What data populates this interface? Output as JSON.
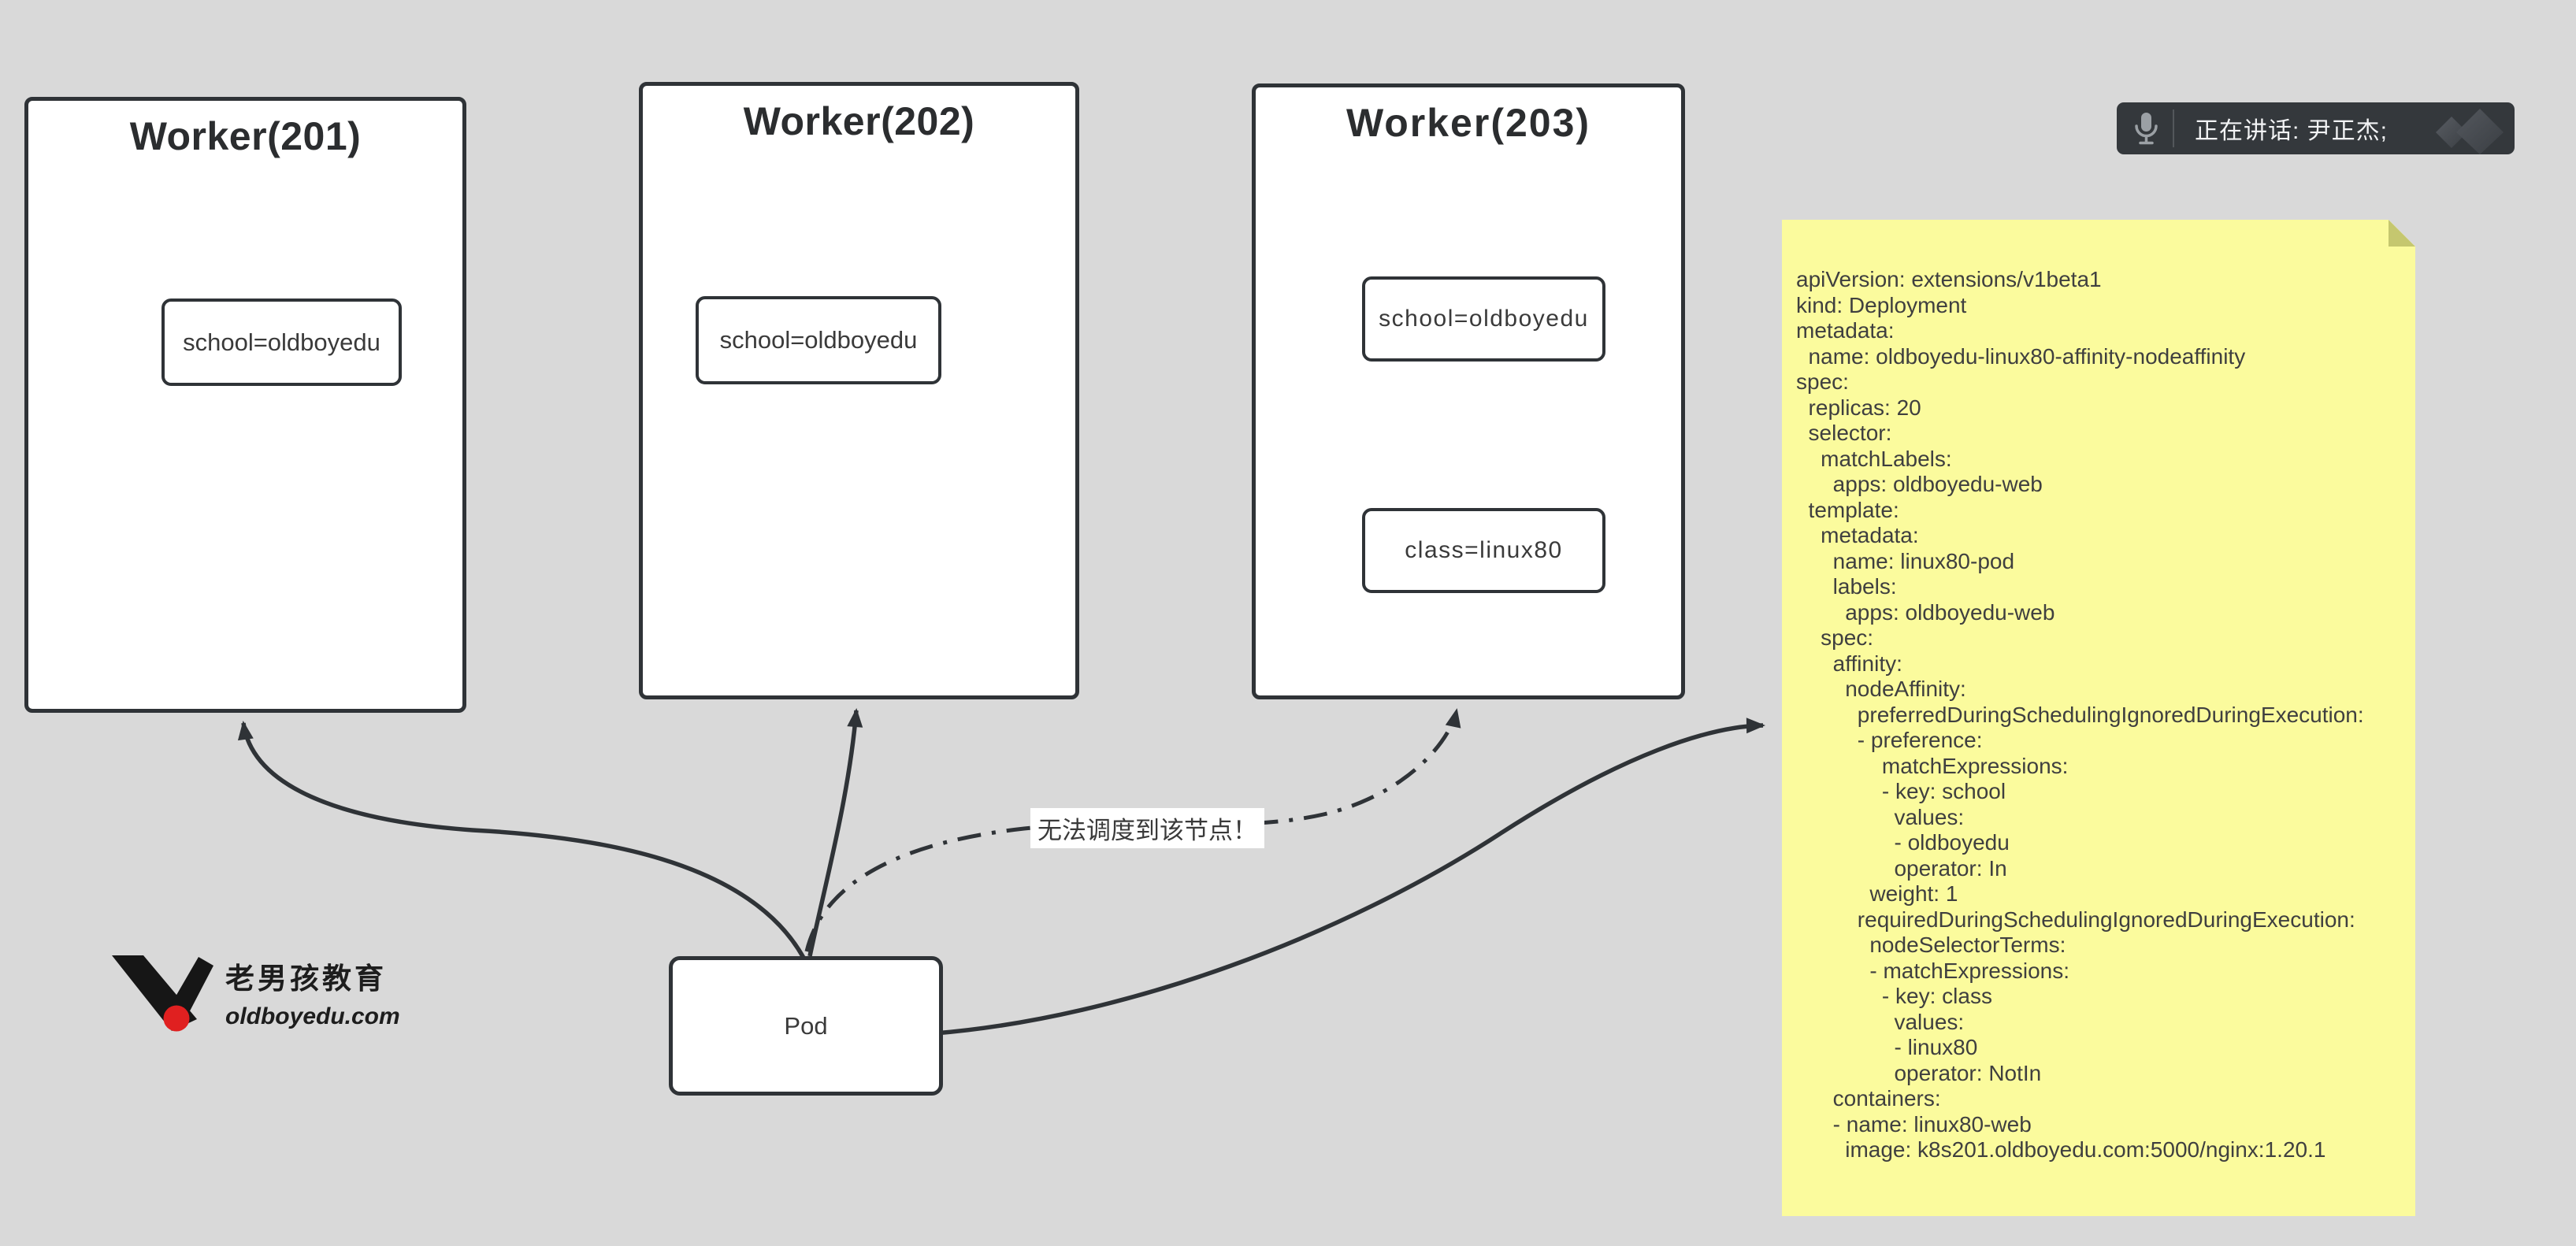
{
  "colors": {
    "background": "#d9d9d9",
    "stroke": "#2f3337",
    "note_yellow": "#fbfb9d",
    "note_fold": "#c5c76f",
    "overlay_bar": "#34383c",
    "brand_red": "#e02020"
  },
  "speaking_bar": {
    "label": "正在讲话: 尹正杰;"
  },
  "workers": [
    {
      "title": "Worker(201)",
      "labels": [
        "school=oldboyedu"
      ]
    },
    {
      "title": "Worker(202)",
      "labels": [
        "school=oldboyedu"
      ]
    },
    {
      "title": "Worker(203)",
      "labels": [
        "school=oldboyedu",
        "class=linux80"
      ]
    }
  ],
  "pod": {
    "label": "Pod"
  },
  "scheduling_note": {
    "label": "无法调度到该节点！"
  },
  "yaml_note": {
    "content": "apiVersion: extensions/v1beta1\nkind: Deployment\nmetadata:\n  name: oldboyedu-linux80-affinity-nodeaffinity\nspec:\n  replicas: 20\n  selector:\n    matchLabels:\n      apps: oldboyedu-web\n  template:\n    metadata:\n      name: linux80-pod\n      labels:\n        apps: oldboyedu-web\n    spec:\n      affinity:\n        nodeAffinity:\n          preferredDuringSchedulingIgnoredDuringExecution:\n          - preference:\n              matchExpressions:\n              - key: school\n                values:\n                - oldboyedu\n                operator: In\n            weight: 1\n          requiredDuringSchedulingIgnoredDuringExecution:\n            nodeSelectorTerms:\n            - matchExpressions:\n              - key: class\n                values:\n                - linux80\n                operator: NotIn\n      containers:\n      - name: linux80-web\n        image: k8s201.oldboyedu.com:5000/nginx:1.20.1"
  },
  "logo": {
    "title_cn": "老男孩教育",
    "domain": "oldboyedu.com"
  }
}
